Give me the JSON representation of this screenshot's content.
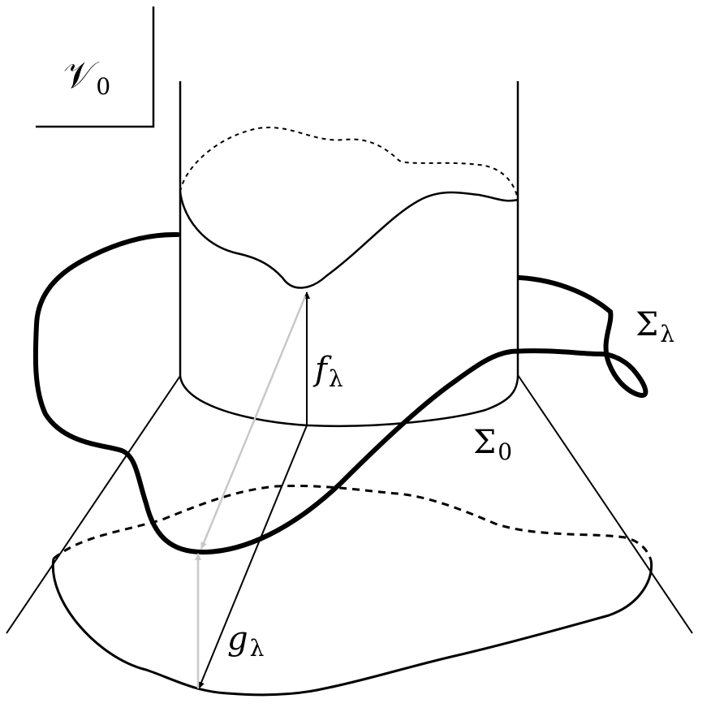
{
  "labels": {
    "box": {
      "main": "𝒱",
      "sub": "0"
    },
    "f": {
      "main": "f",
      "sub": "λ"
    },
    "g": {
      "main": "g",
      "sub": "λ"
    },
    "sigma_lambda": {
      "main": "Σ",
      "sub": "λ"
    },
    "sigma_zero": {
      "main": "Σ",
      "sub": "0"
    }
  },
  "colors": {
    "ink": "#000000",
    "faint_arrow": "#c8c8c8",
    "background": "#ffffff"
  }
}
